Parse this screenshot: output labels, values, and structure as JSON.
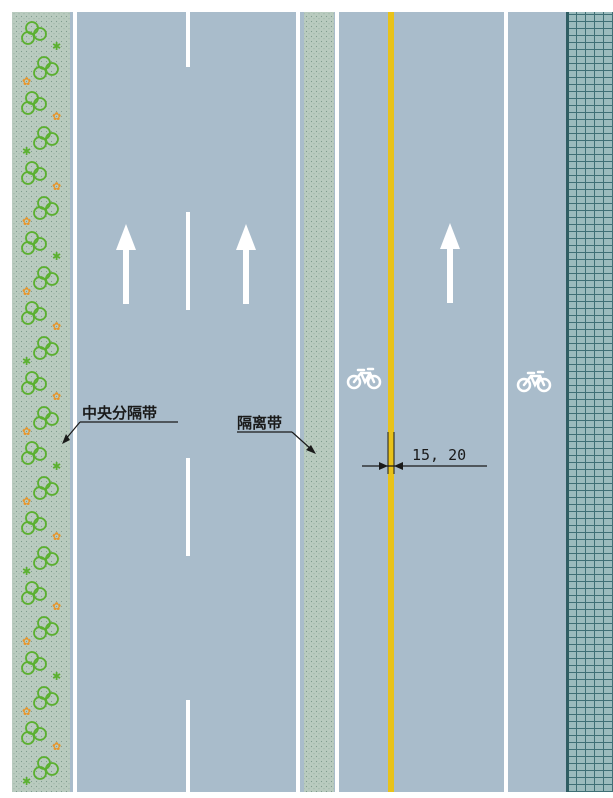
{
  "labels": {
    "central_median": "中央分隔带",
    "separator_strip": "隔离带",
    "line_width_dimension": "15, 20"
  },
  "colors": {
    "road": "#a9bccb",
    "median_bg": "#b7c9b9",
    "lane_line": "#ffffff",
    "center_line": "#e8c21a",
    "sidewalk": "#8fb0b3",
    "sidewalk_grid": "#3f6f75",
    "plant_green": "#5bb030",
    "plant_orange": "#e8952a",
    "dimension_line": "#1a1a1a"
  },
  "icons": {
    "lane_arrow": "up-arrow-icon",
    "bicycle": "bicycle-icon",
    "shrub": "shrub-icon",
    "flower": "flower-icon"
  },
  "lanes": {
    "motor_lane_arrows": 3,
    "bicycle_symbols": 2
  }
}
